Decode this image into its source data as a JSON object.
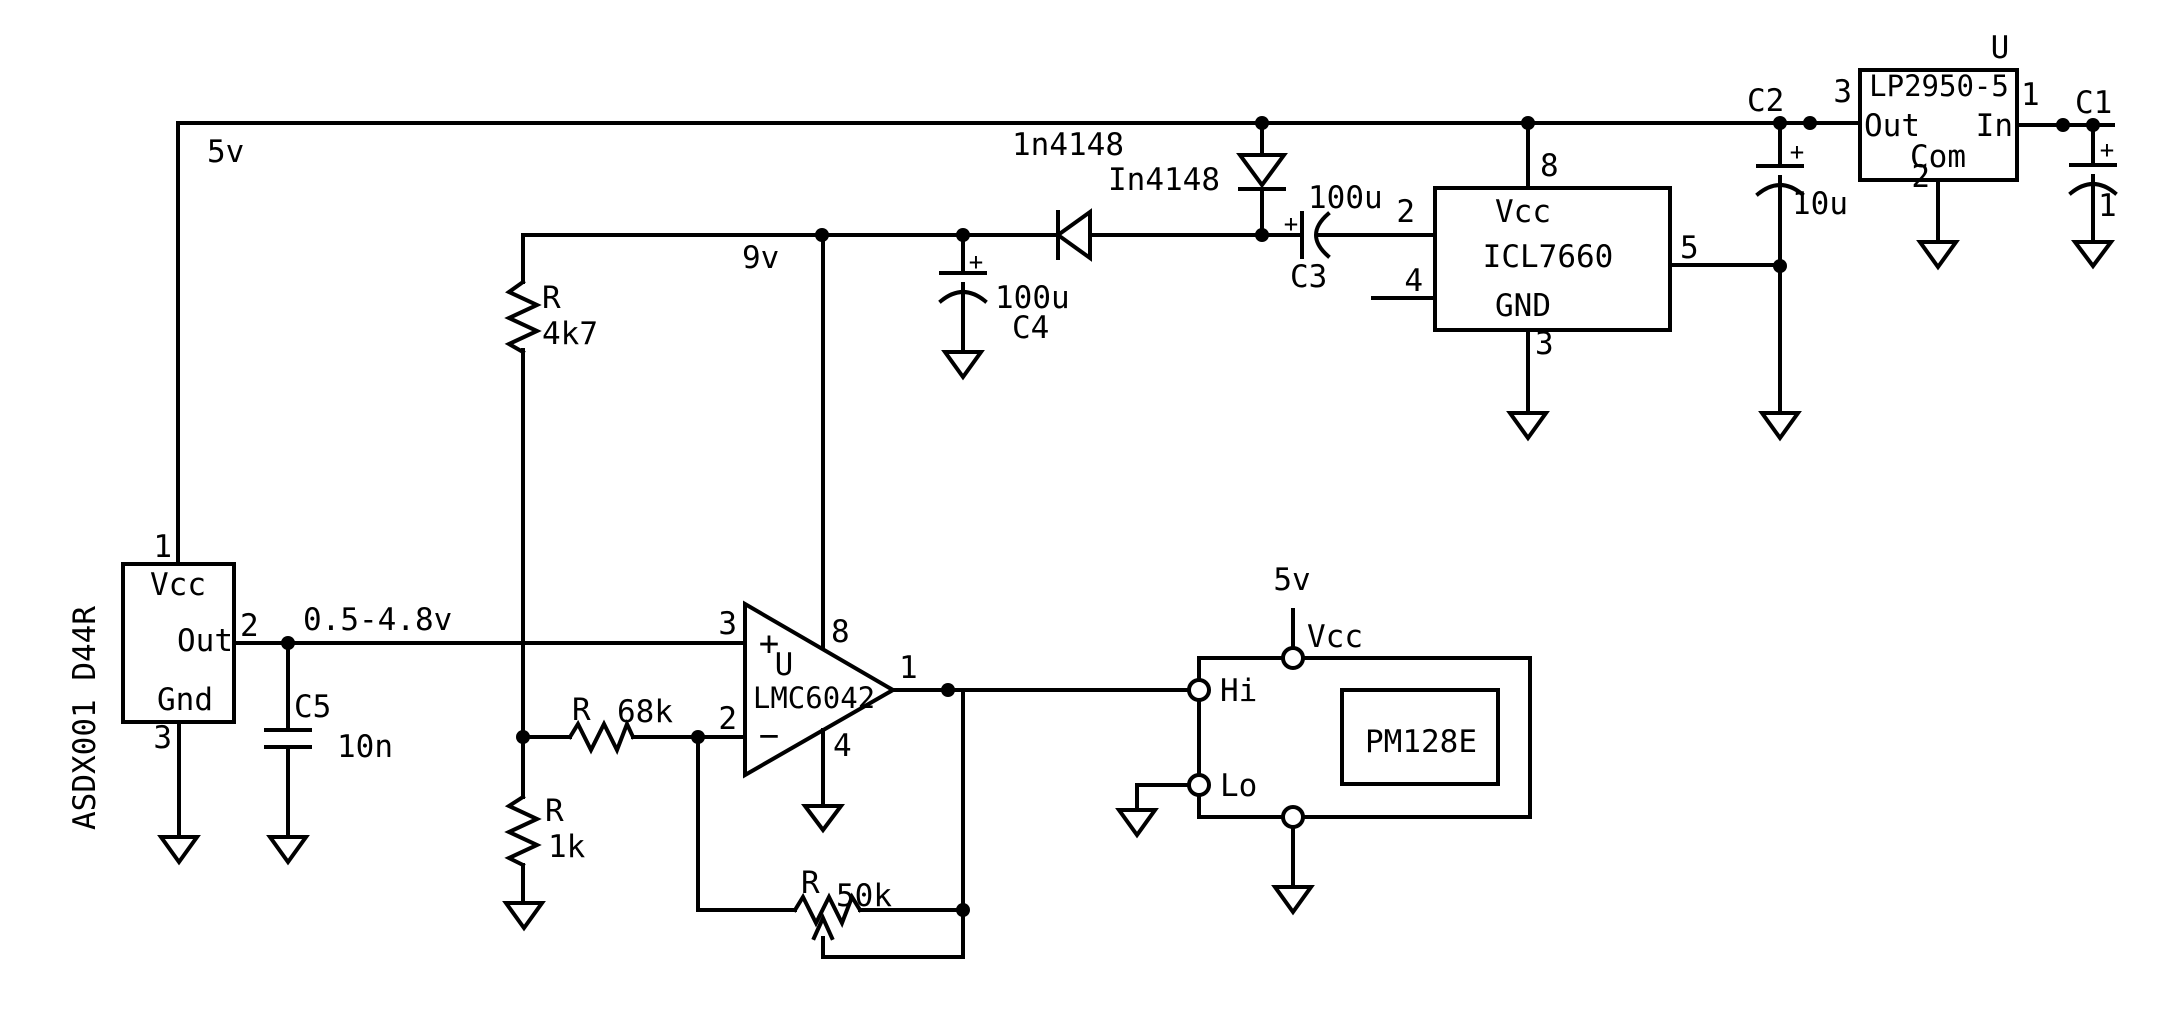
{
  "colors": {
    "ink": "#000000",
    "paper": "#ffffff"
  },
  "symbols": {
    "plus": "+",
    "minus": "−"
  },
  "power": {
    "rail_5v": "5v",
    "rail_9v": "9v",
    "sensor_range": "0.5-4.8v"
  },
  "sensor": {
    "name": "ASDX001 D44R",
    "vcc": "Vcc",
    "out": "Out",
    "gnd": "Gnd",
    "pin1": "1",
    "pin2": "2",
    "pin3": "3"
  },
  "resistors": {
    "r_4k7": {
      "ref": "R",
      "value": "4k7"
    },
    "r_68k": {
      "ref": "R",
      "value": "68k"
    },
    "r_1k": {
      "ref": "R",
      "value": "1k"
    },
    "pot_50k": {
      "ref": "R",
      "value": "50k"
    }
  },
  "capacitors": {
    "c1": {
      "ref": "C1",
      "value": "1"
    },
    "c2": {
      "ref": "C2",
      "value": "10u"
    },
    "c3": {
      "ref": "C3",
      "value": "100u"
    },
    "c4": {
      "ref": "C4",
      "value": "100u"
    },
    "c5": {
      "ref": "C5",
      "value": "10n"
    }
  },
  "diodes": {
    "series_label": "1n4148",
    "shunt_label": "In4148"
  },
  "opamp": {
    "ref": "U",
    "part": "LMC6042",
    "pin1": "1",
    "pin2": "2",
    "pin3": "3",
    "pin4": "4",
    "pin8": "8"
  },
  "charge_pump": {
    "part": "ICL7660",
    "vcc": "Vcc",
    "gnd": "GND",
    "pin2": "2",
    "pin3": "3",
    "pin4": "4",
    "pin5": "5",
    "pin8": "8"
  },
  "regulator": {
    "ref": "U",
    "part": "LP2950-5",
    "out": "Out",
    "in": "In",
    "com": "Com",
    "pin1": "1",
    "pin2": "2",
    "pin3": "3"
  },
  "meter": {
    "part": "PM128E",
    "vcc": "Vcc",
    "hi": "Hi",
    "lo": "Lo",
    "supply": "5v"
  }
}
